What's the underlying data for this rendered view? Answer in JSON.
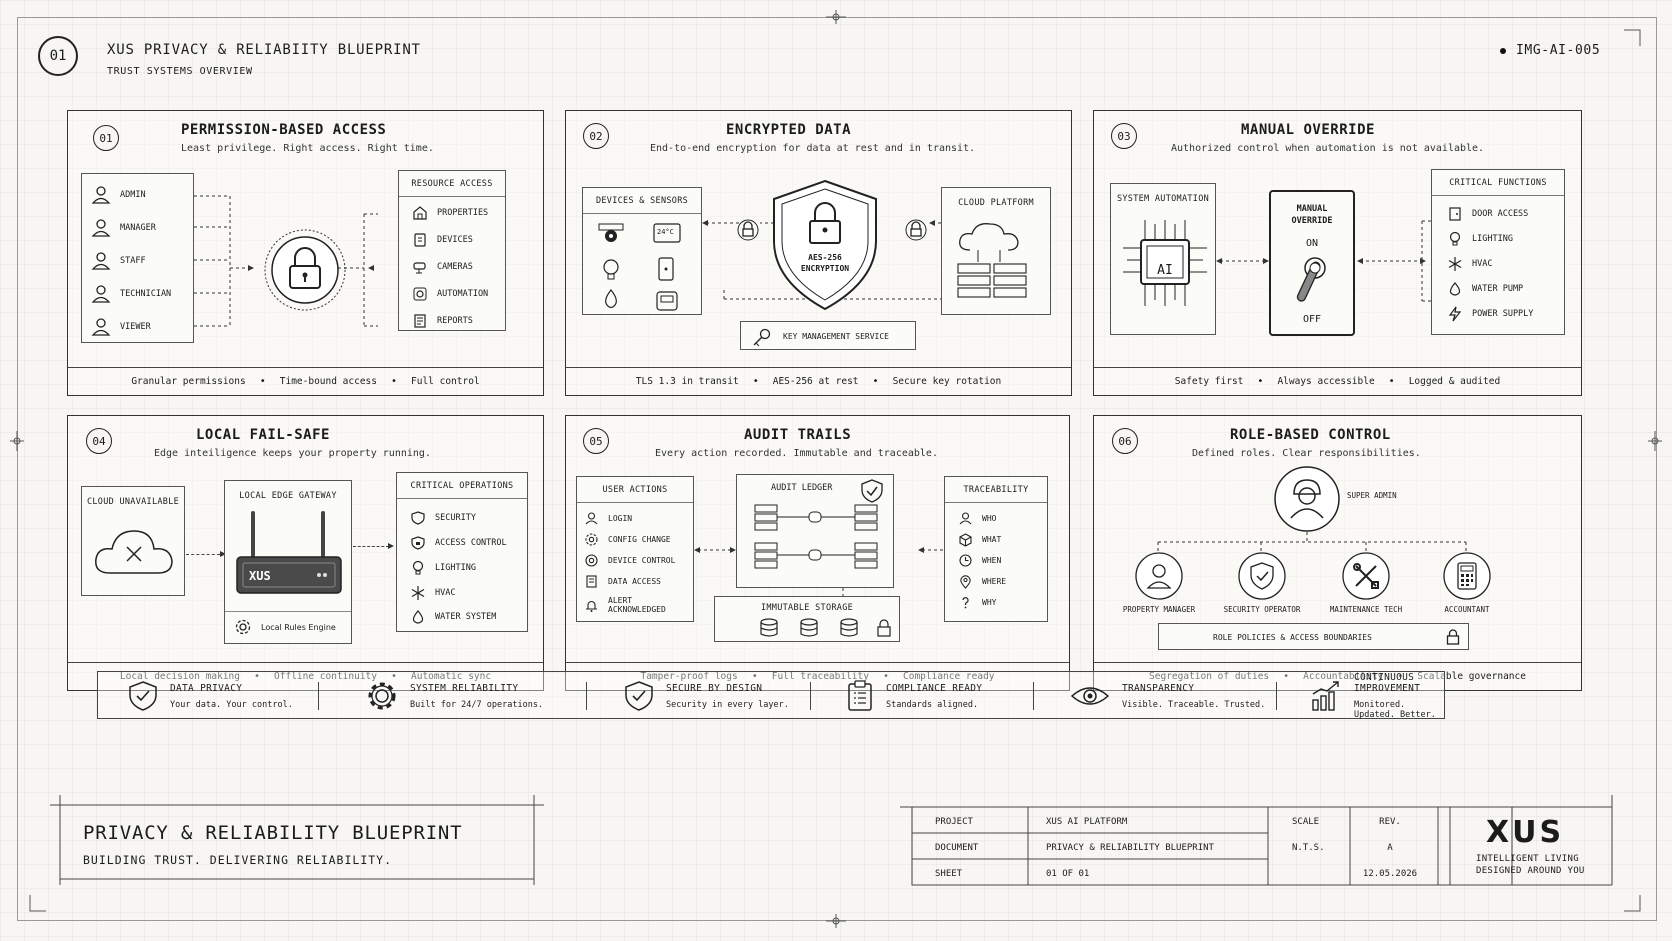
{
  "header": {
    "sheet_num": "01",
    "title": "XUS PRIVACY & RELIABIITY BLUEPRINT",
    "subtitle": "TRUST SYSTEMS OVERVIEW",
    "image_id": "IMG-AI-005"
  },
  "p1": {
    "num": "01",
    "title": "PERMISSION-BASED ACCESS",
    "sub": "Least privilege. Right access. Right time.",
    "roles": [
      "ADMIN",
      "MANAGER",
      "STAFF",
      "TECHNICIAN",
      "VIEWER"
    ],
    "resource_title": "RESOURCE ACCESS",
    "resources": [
      "PROPERTIES",
      "DEVICES",
      "CAMERAS",
      "AUTOMATION",
      "REPORTS"
    ],
    "foot": [
      "Granular permissions",
      "Time-bound access",
      "Full control"
    ]
  },
  "p2": {
    "num": "02",
    "title": "ENCRYPTED DATA",
    "sub": "End-to-end encryption for data at rest and in transit.",
    "devices_title": "DEVICES & SENSORS",
    "thermo": "24°C",
    "shield_label1": "AES-256",
    "shield_label2": "ENCRYPTION",
    "cloud_title": "CLOUD PLATFORM",
    "kms": "KEY MANAGEMENT SERVICE",
    "foot": [
      "TLS 1.3 in transit",
      "AES-256 at rest",
      "Secure key rotation"
    ]
  },
  "p3": {
    "num": "03",
    "title": "MANUAL OVERRIDE",
    "sub": "Authorized control when automation is not available.",
    "auto_title": "SYSTEM AUTOMATION",
    "ai": "AI",
    "override1": "MANUAL",
    "override2": "OVERRIDE",
    "on": "ON",
    "off": "OFF",
    "crit_title": "CRITICAL FUNCTIONS",
    "funcs": [
      "DOOR ACCESS",
      "LIGHTING",
      "HVAC",
      "WATER PUMP",
      "POWER SUPPLY"
    ],
    "foot": [
      "Safety first",
      "Always accessible",
      "Logged & audited"
    ]
  },
  "p4": {
    "num": "04",
    "title": "LOCAL FAIL-SAFE",
    "sub": "Edge inteiligence keeps your property running.",
    "cloud_title": "CLOUD UNAVAILABLE",
    "gateway_title": "LOCAL EDGE GATEWAY",
    "brand": "XUS",
    "rules": "Local Rules Engine",
    "ops_title": "CRITICAL OPERATIONS",
    "ops": [
      "SECURITY",
      "ACCESS CONTROL",
      "LIGHTING",
      "HVAC",
      "WATER SYSTEM"
    ],
    "foot": [
      "Local decision making",
      "Offline continuity",
      "Automatic sync"
    ]
  },
  "p5": {
    "num": "05",
    "title": "AUDIT TRAILS",
    "sub": "Every action recorded. Immutable and traceable.",
    "actions_title": "USER ACTIONS",
    "actions": [
      "LOGIN",
      "CONFIG CHANGE",
      "DEVICE CONTROL",
      "DATA ACCESS",
      "ALERT ACKNOWLEDGED"
    ],
    "ledger_title": "AUDIT LEDGER",
    "storage_title": "IMMUTABLE STORAGE",
    "trace_title": "TRACEABILITY",
    "trace": [
      "WHO",
      "WHAT",
      "WHEN",
      "WHERE",
      "WHY"
    ],
    "foot": [
      "Tamper-proof logs",
      "Full traceability",
      "Compliance ready"
    ]
  },
  "p6": {
    "num": "06",
    "title": "ROLE-BASED CONTROL",
    "sub": "Defined roles. Clear responsibilities.",
    "super": "SUPER ADMIN",
    "roles": [
      "PROPERTY MANAGER",
      "SECURITY OPERATOR",
      "MAINTENANCE TECH",
      "ACCOUNTANT"
    ],
    "policy": "ROLE POLICIES & ACCESS BOUNDARIES",
    "foot": [
      "Segregation of duties",
      "Accountability",
      "Scalable governance"
    ]
  },
  "strip": [
    {
      "title": "DATA PRIVACY",
      "sub": "Your data. Your control.",
      "icon": "shield-check-icon"
    },
    {
      "title": "SYSTEM RELIABILITY",
      "sub": "Built for 24/7 operations.",
      "icon": "gear-icon"
    },
    {
      "title": "SECURE BY DESIGN",
      "sub": "Security in every layer.",
      "icon": "shield-icon"
    },
    {
      "title": "COMPLIANCE READY",
      "sub": "Standards aligned.",
      "icon": "clipboard-icon"
    },
    {
      "title": "TRANSPARENCY",
      "sub": "Visible. Traceable. Trusted.",
      "icon": "eye-icon"
    },
    {
      "title": "CONTINUOUS IMPROVEMENT",
      "sub": "Monitored. Updated. Better.",
      "icon": "chart-icon"
    }
  ],
  "footer": {
    "title": "PRIVACY & RELIABILITY BLUEPRINT",
    "sub": "BUILDING TRUST. DELIVERING RELIABILITY."
  },
  "titleblock": {
    "project_label": "PROJECT",
    "project": "XUS AI PLATFORM",
    "document_label": "DOCUMENT",
    "document": "PRIVACY & RELIABILITY BLUEPRINT",
    "sheet_label": "SHEET",
    "sheet": "01 OF 01",
    "scale_label": "SCALE",
    "scale": "N.T.S.",
    "rev_label": "REV.",
    "rev": "A",
    "date": "12.05.2026",
    "brand": "XUS",
    "tag1": "INTELLIGENT LIVING",
    "tag2": "DESIGNED AROUND YOU"
  }
}
